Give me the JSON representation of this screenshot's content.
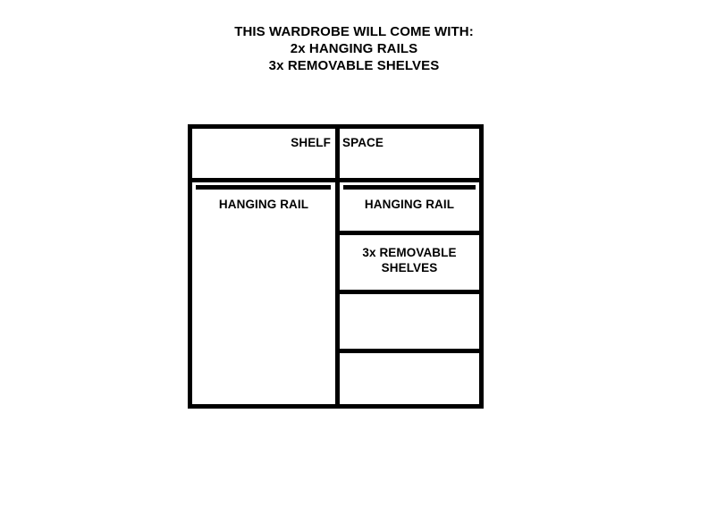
{
  "heading": {
    "lines": [
      "THIS WARDROBE WILL COME WITH:",
      "2x HANGING RAILS",
      "3x REMOVABLE SHELVES"
    ]
  },
  "diagram": {
    "labels": {
      "shelf": "SHELF",
      "space": "SPACE",
      "hanging_rail_left": "HANGING RAIL",
      "hanging_rail_right": "HANGING RAIL",
      "removable_shelves": "3x REMOVABLE SHELVES"
    },
    "colors": {
      "line": "#000000",
      "background": "#ffffff",
      "text": "#000000"
    }
  }
}
